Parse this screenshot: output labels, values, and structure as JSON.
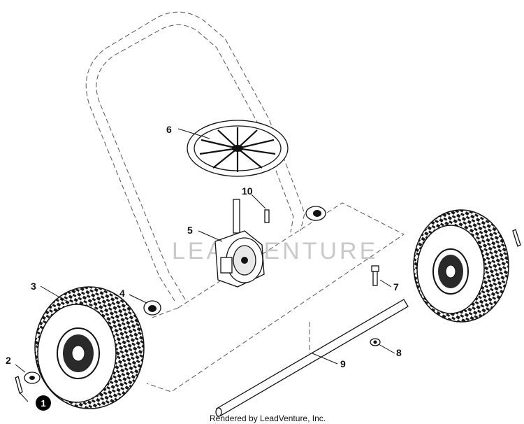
{
  "callouts": {
    "c1": "1",
    "c2": "2",
    "c3": "3",
    "c4": "4",
    "c5": "5",
    "c6": "6",
    "c7": "7",
    "c8": "8",
    "c9": "9",
    "c10": "10"
  },
  "watermark": "LEADVENTURE",
  "footer": "Rendered by LeadVenture, Inc.",
  "colors": {
    "badge": "#000000",
    "watermark": "#c9c9c9"
  }
}
